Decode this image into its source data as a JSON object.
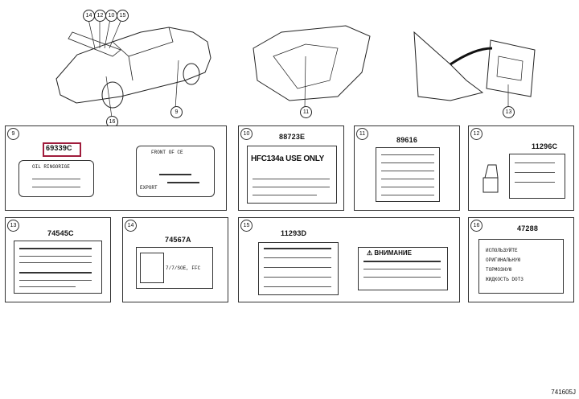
{
  "overview": {
    "car_callouts": [
      "14",
      "12",
      "10",
      "15",
      "9",
      "16"
    ],
    "dash_callout": "11",
    "trunk_callout": "13"
  },
  "panels": [
    {
      "num": "9",
      "part": "69339C",
      "highlight": true,
      "lines": [
        "OIL RINGORIGE",
        "FRONT OF CE",
        "EXPORT"
      ]
    },
    {
      "num": "10",
      "part": "88723E",
      "lines": [
        "HFC134a USE ONLY"
      ]
    },
    {
      "num": "11",
      "part": "89616"
    },
    {
      "num": "12",
      "part": "11296C"
    },
    {
      "num": "13",
      "part": "74545C"
    },
    {
      "num": "14",
      "part": "74567A",
      "lines": [
        "7/7/SOE, FFC"
      ]
    },
    {
      "num": "15",
      "part": "11293D",
      "lines": [
        "ВНИМАНИЕ"
      ]
    },
    {
      "num": "16",
      "part": "47288",
      "lines": [
        "ИСПОЛЬЗУЙТЕ",
        "ОРИГИНАЛЬНУЮ",
        "ТОРМОЗНУЮ",
        "ЖИДКОСТЬ DOT3"
      ]
    }
  ],
  "footer": "741605J"
}
